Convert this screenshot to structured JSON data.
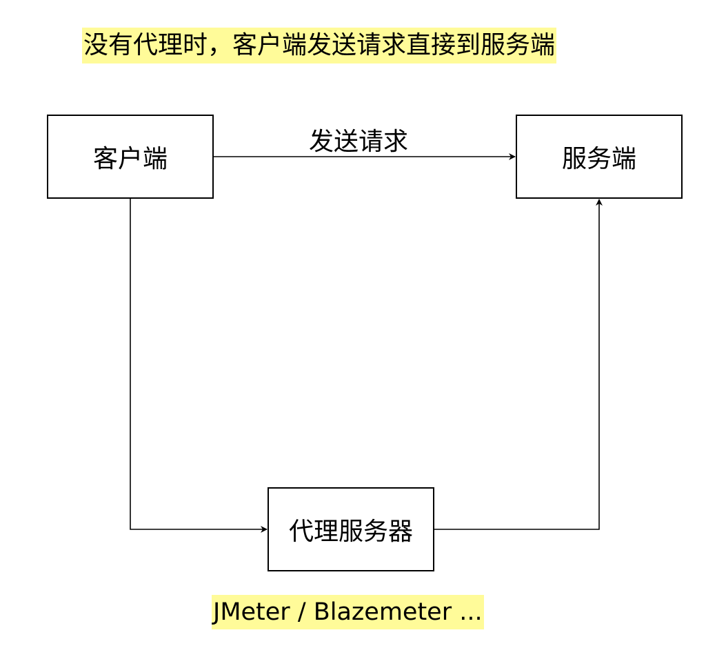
{
  "title": {
    "text": "没有代理时，客户端发送请求直接到服务端",
    "highlight_color": "#fffb99"
  },
  "nodes": {
    "client": {
      "label": "客户端"
    },
    "server": {
      "label": "服务端"
    },
    "proxy": {
      "label": "代理服务器"
    }
  },
  "edges": {
    "client_to_server": {
      "label": "发送请求"
    },
    "client_to_proxy": {
      "label": ""
    },
    "proxy_to_server": {
      "label": ""
    }
  },
  "footer": {
    "text": "JMeter / Blazemeter ...",
    "highlight_color": "#fffb99"
  },
  "colors": {
    "stroke": "#000000",
    "background": "#ffffff"
  }
}
